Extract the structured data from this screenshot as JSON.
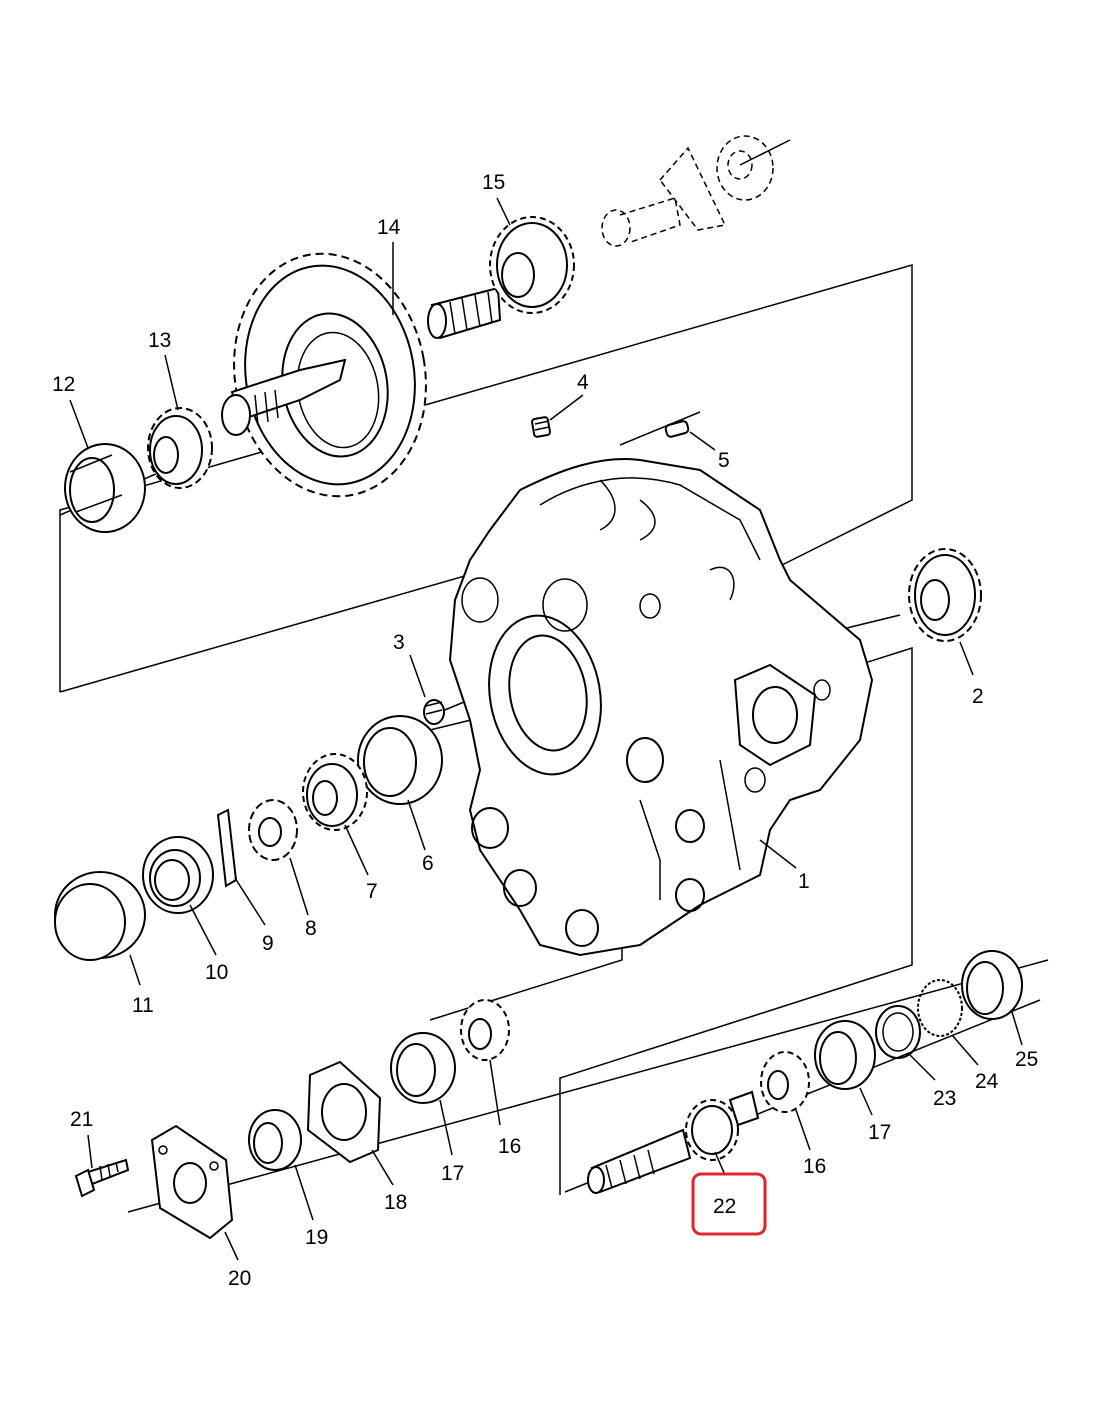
{
  "callouts": {
    "c1": "1",
    "c2": "2",
    "c3": "3",
    "c4": "4",
    "c5": "5",
    "c6": "6",
    "c7": "7",
    "c8": "8",
    "c9": "9",
    "c10": "10",
    "c11": "11",
    "c12": "12",
    "c13": "13",
    "c14": "14",
    "c15": "15",
    "c16a": "16",
    "c16b": "16",
    "c17a": "17",
    "c17b": "17",
    "c18": "18",
    "c19": "19",
    "c20": "20",
    "c21": "21",
    "c22": "22",
    "c23": "23",
    "c24": "24",
    "c25": "25"
  },
  "highlight": {
    "part": "22",
    "color": "#e0242f"
  }
}
